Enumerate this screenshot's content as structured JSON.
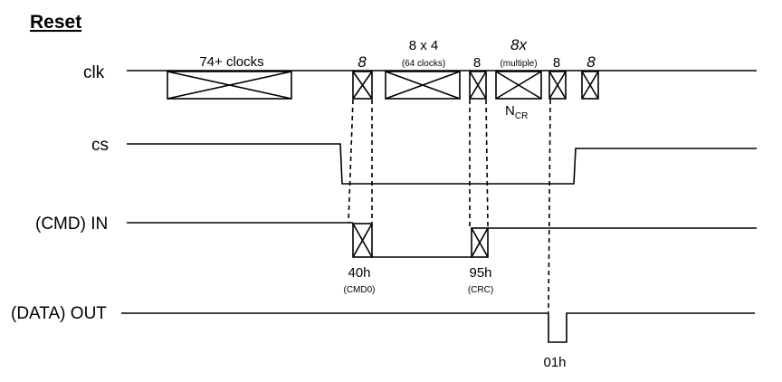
{
  "title": "Reset",
  "signals": {
    "clk": "clk",
    "cs": "cs",
    "cmd_in": "(CMD) IN",
    "data_out": "(DATA) OUT"
  },
  "clk_labels": {
    "init_clocks": "74+ clocks",
    "eight_a": "8",
    "eight_x_four": "8 x 4",
    "sixty_four_clocks": "(64 clocks)",
    "eight_b": "8",
    "eight_x": "8x",
    "multiple": "(multiple)",
    "eight_c": "8",
    "eight_d": "8",
    "ncr_main": "N",
    "ncr_sub": "CR"
  },
  "cmd_labels": {
    "cmd0_value": "40h",
    "cmd0_name": "(CMD0)",
    "crc_value": "95h",
    "crc_name": "(CRC)"
  },
  "out_labels": {
    "response": "01h"
  }
}
